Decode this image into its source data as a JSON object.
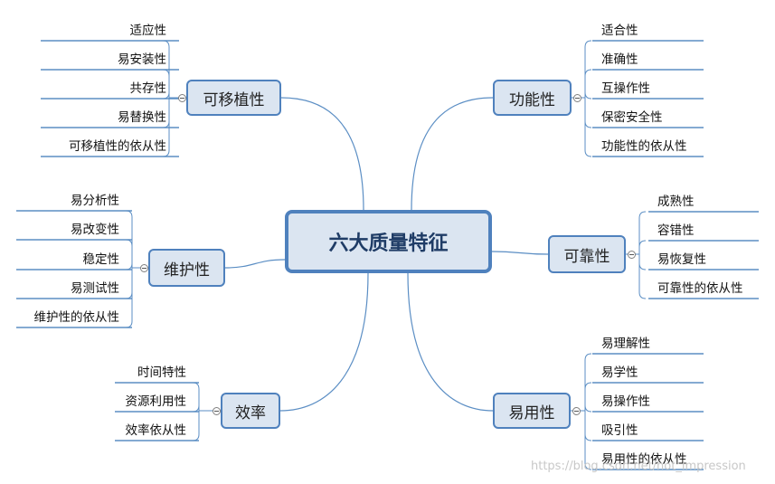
{
  "center": {
    "label": "六大质量特征"
  },
  "branches": [
    {
      "key": "portability",
      "label": "可移植性",
      "leaves": [
        "适应性",
        "易安装性",
        "共存性",
        "易替换性",
        "可移植性的依从性"
      ]
    },
    {
      "key": "functionality",
      "label": "功能性",
      "leaves": [
        "适合性",
        "准确性",
        "互操作性",
        "保密安全性",
        "功能性的依从性"
      ]
    },
    {
      "key": "maintainability",
      "label": "维护性",
      "leaves": [
        "易分析性",
        "易改变性",
        "稳定性",
        "易测试性",
        "维护性的依从性"
      ]
    },
    {
      "key": "reliability",
      "label": "可靠性",
      "leaves": [
        "成熟性",
        "容错性",
        "易恢复性",
        "可靠性的依从性"
      ]
    },
    {
      "key": "efficiency",
      "label": "效率",
      "leaves": [
        "时间特性",
        "资源利用性",
        "效率依从性"
      ]
    },
    {
      "key": "usability",
      "label": "易用性",
      "leaves": [
        "易理解性",
        "易学性",
        "易操作性",
        "吸引性",
        "易用性的依从性"
      ]
    }
  ],
  "watermark": "https://blog.csdn.net/hot_impression",
  "colors": {
    "node_fill": "#dbe5f1",
    "node_border": "#4f81bd",
    "line": "#5b8ec4"
  }
}
